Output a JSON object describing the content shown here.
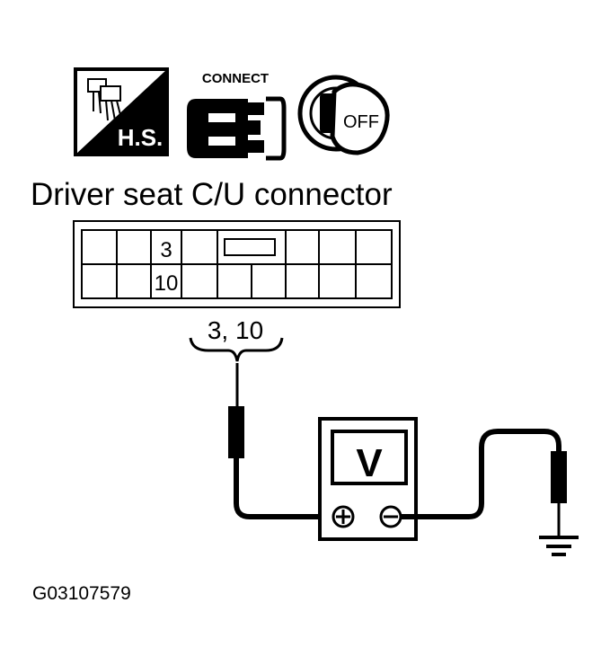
{
  "icons": {
    "hs_label": "H.S.",
    "connect_label": "CONNECT",
    "key_label": "OFF"
  },
  "connector": {
    "title": "Driver seat C/U connector",
    "pin_top": "3",
    "pin_bottom": "10",
    "probe_label": "3, 10"
  },
  "meter": {
    "display": "V",
    "plus": "+",
    "minus": "−"
  },
  "figure_id": "G03107579"
}
